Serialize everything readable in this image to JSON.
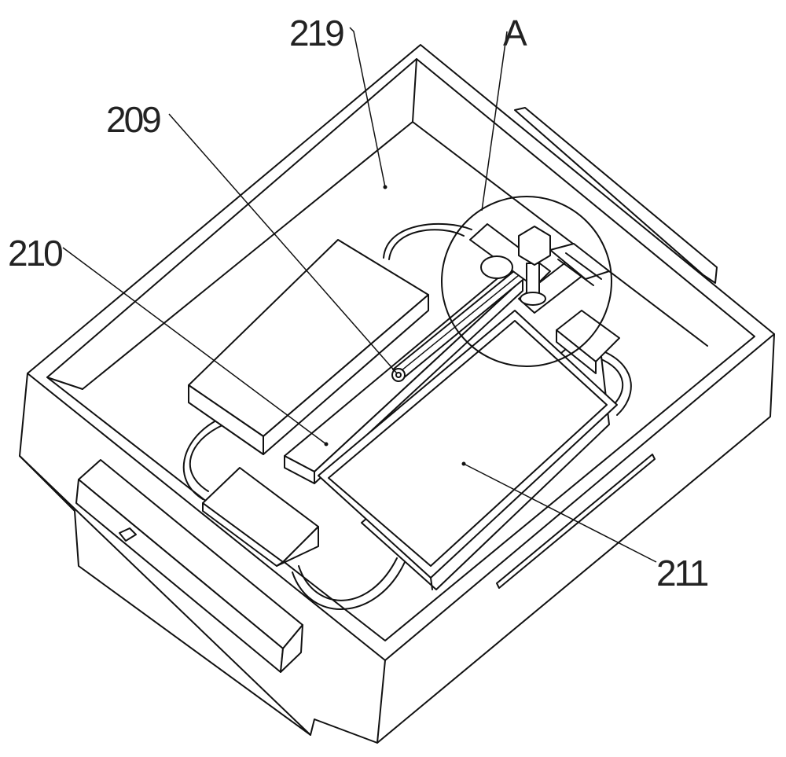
{
  "figure": {
    "labels": {
      "housing": "219",
      "detail": "A",
      "pivot": "209",
      "platform": "210",
      "tray": "211"
    }
  }
}
